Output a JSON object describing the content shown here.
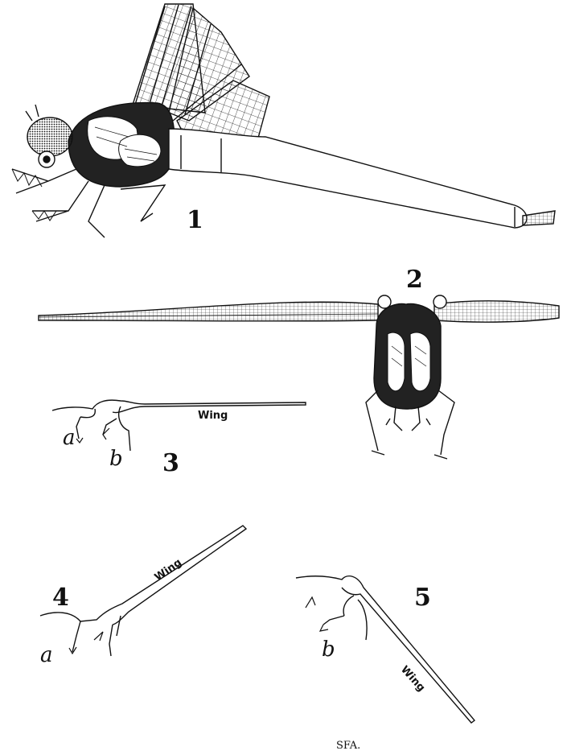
{
  "figures": {
    "fig1": {
      "number": "1"
    },
    "fig2": {
      "number": "2"
    },
    "fig3": {
      "number": "3",
      "label_a": "a",
      "label_b": "b",
      "wing_label": "Wing"
    },
    "fig4": {
      "number": "4",
      "label_a": "a",
      "wing_label": "Wing"
    },
    "fig5": {
      "number": "5",
      "label_b": "b",
      "wing_label": "Wing"
    }
  },
  "signature": "SFA."
}
